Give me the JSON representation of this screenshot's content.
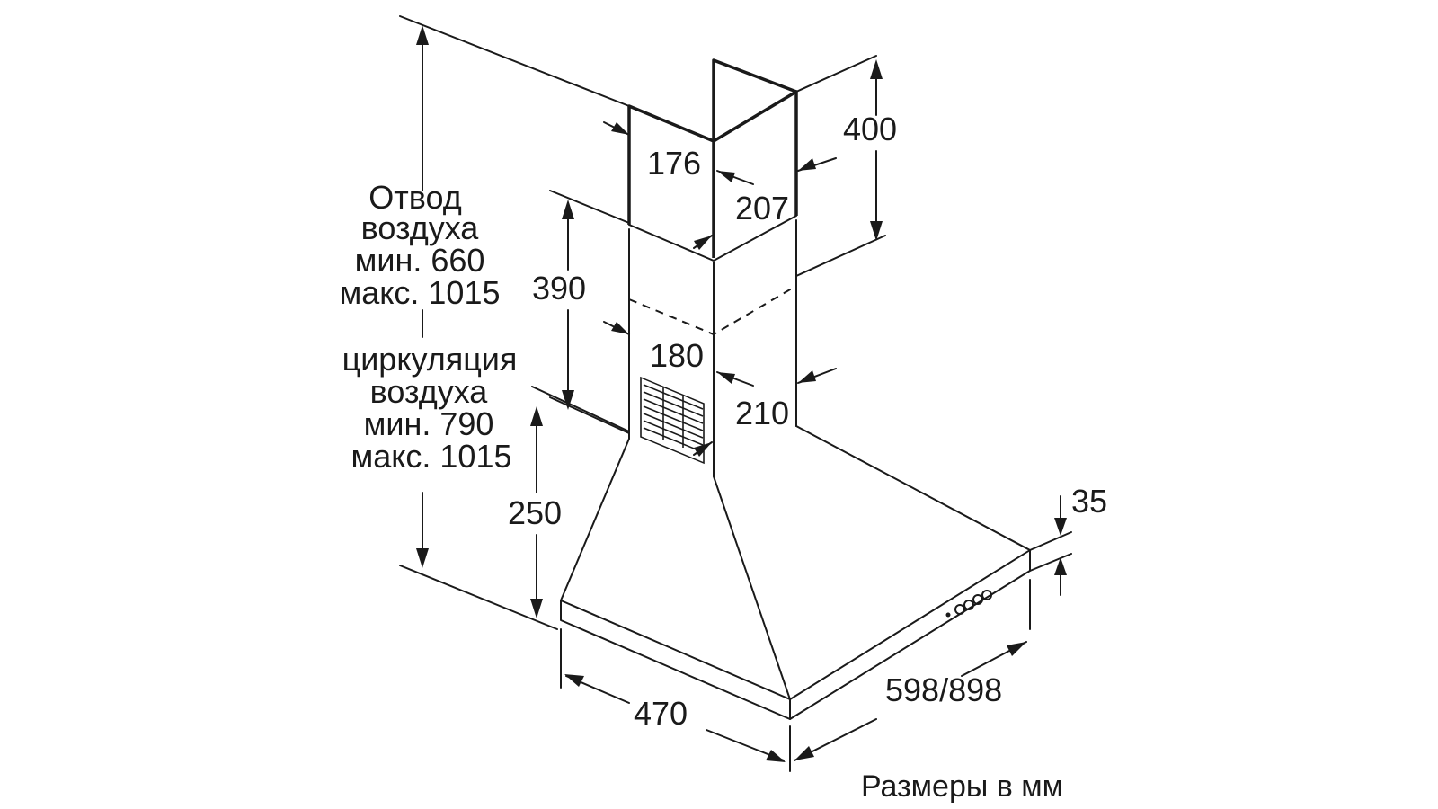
{
  "dimensions": {
    "chimney_top_height": "400",
    "chimney_top_depth": "176",
    "chimney_top_width": "207",
    "chimney_bottom_height": "390",
    "chimney_bottom_depth": "180",
    "chimney_bottom_width": "210",
    "body_height": "250",
    "panel_thickness": "35",
    "hood_depth": "470",
    "hood_width": "598/898"
  },
  "notes": {
    "extraction": [
      "Отвод",
      "воздуха",
      "мин. 660",
      "макс. 1015"
    ],
    "recirculation": [
      "циркуляция",
      "воздуха",
      "мин. 790",
      "макс. 1015"
    ]
  },
  "units_caption": "Размеры в мм"
}
